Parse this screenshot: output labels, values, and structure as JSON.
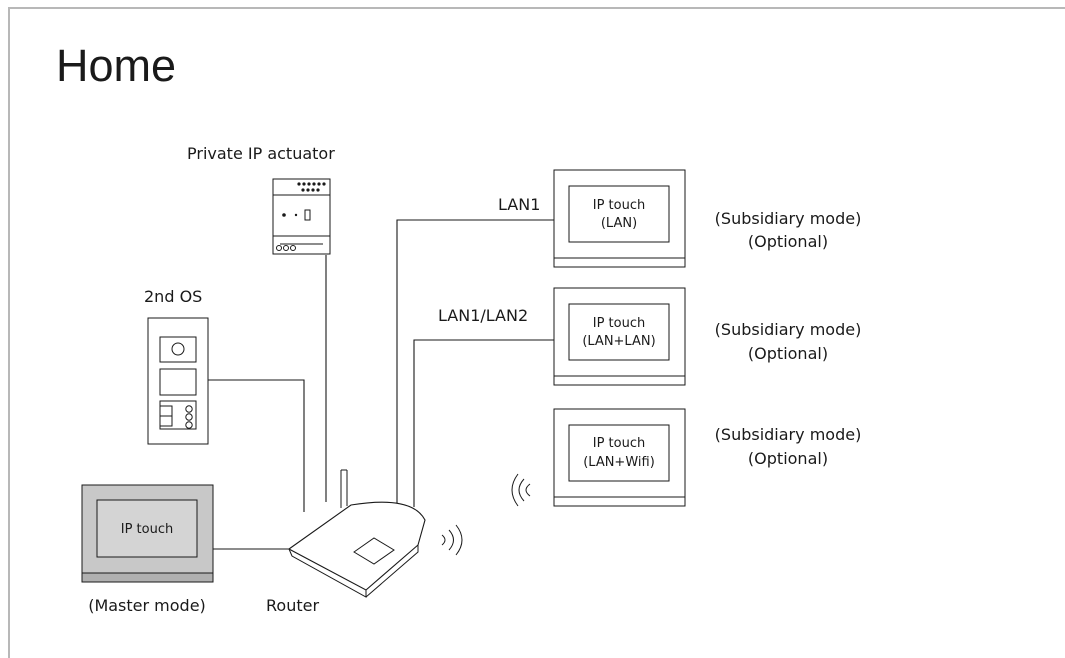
{
  "page": {
    "title": "Home"
  },
  "devices": {
    "private_ip_actuator": {
      "label": "Private IP actuator"
    },
    "second_os": {
      "label": "2nd OS"
    },
    "master_monitor": {
      "screen": "IP touch",
      "caption": "(Master mode)"
    },
    "router": {
      "label": "Router"
    },
    "monitor_lan": {
      "screen_line1": "IP touch",
      "screen_line2": "(LAN)",
      "connection": "LAN1",
      "mode": "(Subsidiary mode)",
      "note": "(Optional)"
    },
    "monitor_lan_lan": {
      "screen_line1": "IP touch",
      "screen_line2": "(LAN+LAN)",
      "connection": "LAN1/LAN2",
      "mode": "(Subsidiary mode)",
      "note": "(Optional)"
    },
    "monitor_lan_wifi": {
      "screen_line1": "IP touch",
      "screen_line2": "(LAN+Wifi)",
      "mode": "(Subsidiary mode)",
      "note": "(Optional)"
    }
  },
  "colors": {
    "line": "#1a1a1a",
    "master_monitor_fill": "#c8c8c8",
    "frame": "#b8b8b8"
  }
}
